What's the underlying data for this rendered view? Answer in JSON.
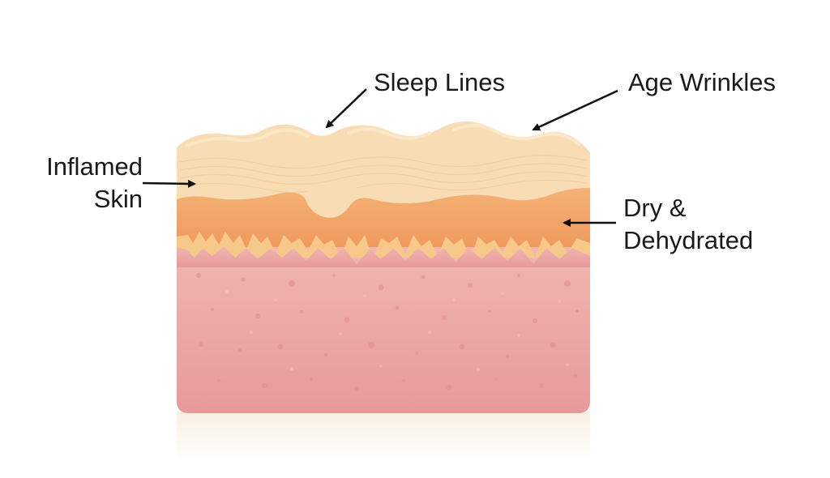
{
  "labels": {
    "sleep_lines": "Sleep Lines",
    "age_wrinkles": "Age Wrinkles",
    "inflamed": [
      "Inflamed",
      "Skin"
    ],
    "dry": [
      "Dry &",
      "Dehydrated"
    ]
  },
  "colors": {
    "top_layer": "#f8ddb4",
    "top_layer_highlight": "#fbe8c8",
    "mid_layer": "#f2a86a",
    "fringe": "#f6c98a",
    "dermis": "#efb2ad",
    "dermis_dark": "#e6999a",
    "spot": "#e48e98",
    "arrow": "#111111"
  }
}
